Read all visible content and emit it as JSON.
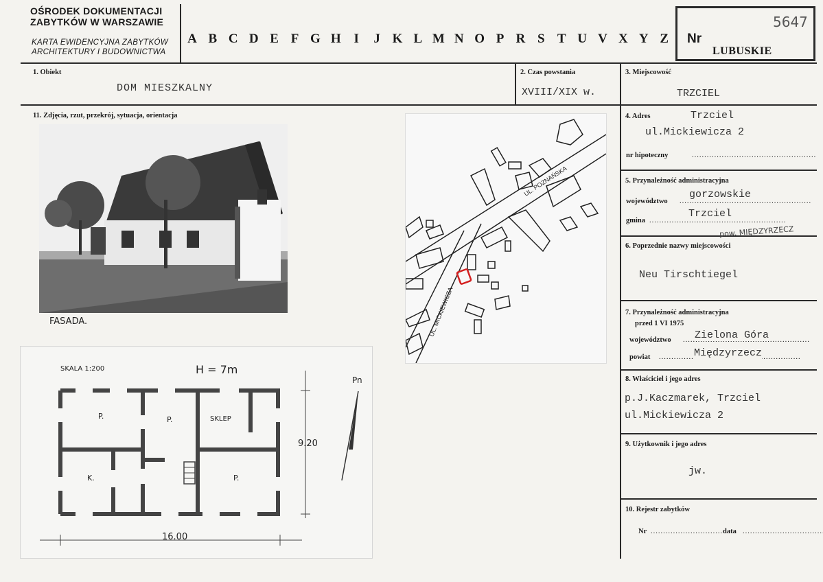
{
  "header": {
    "institution_line1": "OŚRODEK DOKUMENTACJI",
    "institution_line2": "ZABYTKÓW W WARSZAWIE",
    "card_line1": "KARTA EWIDENCYJNA ZABYTKÓW",
    "card_line2": "ARCHITEKTURY I BUDOWNICTWA",
    "letters": [
      "A",
      "B",
      "C",
      "D",
      "E",
      "F",
      "G",
      "H",
      "I",
      "J",
      "K",
      "L",
      "M",
      "N",
      "O",
      "P",
      "R",
      "S",
      "T",
      "U",
      "V",
      "X",
      "Y",
      "Z"
    ],
    "nr_label": "Nr",
    "nr_handwritten": "5647",
    "region": "LUBUSKIE"
  },
  "fields": {
    "obiekt_label": "1. Obiekt",
    "obiekt_value": "DOM MIESZKALNY",
    "czas_label": "2. Czas powstania",
    "czas_value": "XVIII/XIX w.",
    "miejscowosc_label": "3. Miejscowość",
    "miejscowosc_value": "TRZCIEL",
    "zdjecia_label": "11. Zdjęcia, rzut, przekrój, sytuacja, orientacja",
    "adres_label": "4. Adres",
    "adres_line1": "Trzciel",
    "adres_line2": "ul.Mickiewicza 2",
    "hipoteczny_label": "nr hipoteczny",
    "przynaleznosc_label": "5. Przynależność administracyjna",
    "wojewodztwo_label": "województwo",
    "wojewodztwo_value": "gorzowskie",
    "gmina_label": "gmina",
    "gmina_value": "Trzciel",
    "pow_note": "pow. MIĘDZYRZECZ",
    "poprzednie_label": "6. Poprzednie nazwy miejscowości",
    "poprzednie_value": "Neu Tirschtiegel",
    "przynaleznosc1975_label": "7. Przynależność administracyjna",
    "przed_label": "przed 1 VI 1975",
    "woj1975_label": "województwo",
    "woj1975_value": "Zielona Góra",
    "powiat_label": "powiat",
    "powiat_value": "Międzyrzecz",
    "wlasciciel_label": "8. Właściciel i jego adres",
    "wlasciciel_line1": "p.J.Kaczmarek, Trzciel",
    "wlasciciel_line2": "ul.Mickiewicza 2",
    "uzytkownik_label": "9. Użytkownik i jego adres",
    "uzytkownik_value": "jw.",
    "rejestr_label": "10. Rejestr zabytków",
    "rejestr_nr_label": "Nr",
    "rejestr_data_label": "data"
  },
  "photo": {
    "caption": "FASADA."
  },
  "map": {
    "street1": "UL. POZNAŃSKA",
    "street2": "UL. MICKIEWICZA",
    "marker_color": "#d42020"
  },
  "plan": {
    "scale": "SKALA 1:200",
    "height": "H = 7m",
    "room1": "P.",
    "room2": "P.",
    "room3": "SKLEP",
    "room4": "K.",
    "room5": "P.",
    "dim_vertical": "9.20",
    "dim_horizontal": "16.00",
    "north": "Pn"
  }
}
